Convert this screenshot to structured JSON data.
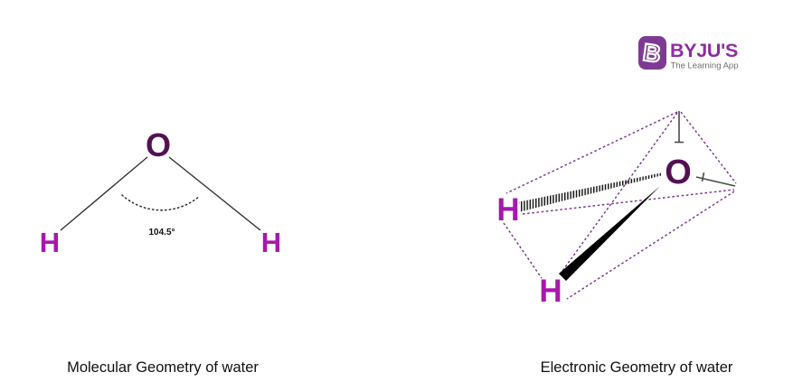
{
  "page": {
    "background_color": "#ffffff"
  },
  "logo": {
    "badge_letter": "B",
    "brand_name": "BYJU'S",
    "tagline": "The Learning App",
    "badge_color": "#7e3a92",
    "brand_color": "#8e2da1",
    "tagline_color": "#6e6e6e"
  },
  "molecular_geometry": {
    "caption": "Molecular Geometry of water",
    "oxygen_label": "O",
    "hydrogen_left_label": "H",
    "hydrogen_right_label": "H",
    "bond_angle": "104.5°",
    "oxygen_color": "#541055",
    "hydrogen_color": "#a818ad",
    "bond_color": "#333333",
    "angle_arc_color": "#222222",
    "caption_color": "#111111"
  },
  "electronic_geometry": {
    "caption": "Electronic Geometry of water",
    "oxygen_label": "O",
    "hydrogen_left_label": "H",
    "hydrogen_bottom_label": "H",
    "oxygen_color": "#541055",
    "hydrogen_color": "#a818ad",
    "tetrahedron_dash_color": "#7b2e8a",
    "lone_pair_color": "#4a4a4a",
    "wedge_bond_color": "#000000",
    "caption_color": "#111111"
  }
}
